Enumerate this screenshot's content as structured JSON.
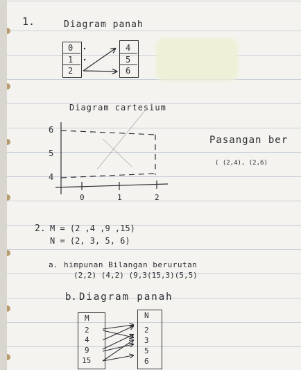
{
  "q1": {
    "number": "1.",
    "arrow_title": "Diagram panah",
    "left_set": [
      "0",
      "1",
      "2"
    ],
    "right_set": [
      "4",
      "5",
      "6"
    ],
    "cartesian_title": "Diagram cartesium",
    "y_ticks": [
      "6",
      "5",
      "4"
    ],
    "x_ticks": [
      "0",
      "1",
      "2"
    ],
    "pairs_heading": "Pasangan ber",
    "pairs": "( (2,4), (2,6)"
  },
  "q2": {
    "number": "2.",
    "set_m": "M = (2 ,4 ,9 ,15)",
    "set_n": "N = (2, 3, 5, 6)",
    "part_a_label": "a.",
    "part_a_text": "himpunan Bilangan berurutan",
    "part_a_pairs": "(2,2) (4,2) (9,3(15,3)(5,5)",
    "part_b_label": "b.",
    "part_b_title": "Diagram panah",
    "box_m_title": "M",
    "box_n_title": "N",
    "m_items": [
      "2",
      "4",
      "9",
      "15"
    ],
    "n_items": [
      "2",
      "3",
      "5",
      "6"
    ]
  }
}
